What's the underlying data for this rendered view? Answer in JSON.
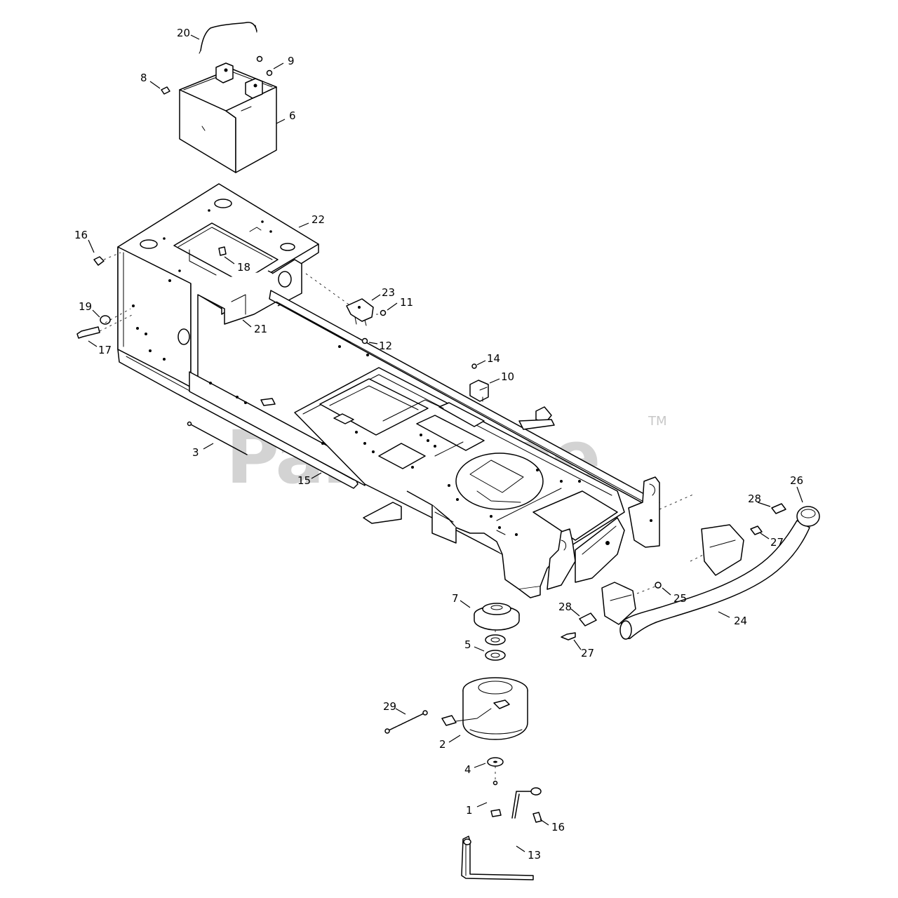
{
  "diagram": {
    "watermark": {
      "text": "PartsTree",
      "trademark": "TM"
    },
    "callouts": [
      {
        "id": "c20",
        "label": "20"
      },
      {
        "id": "c8",
        "label": "8"
      },
      {
        "id": "c9",
        "label": "9"
      },
      {
        "id": "c6",
        "label": "6"
      },
      {
        "id": "c22",
        "label": "22"
      },
      {
        "id": "c16a",
        "label": "16"
      },
      {
        "id": "c18",
        "label": "18"
      },
      {
        "id": "c23",
        "label": "23"
      },
      {
        "id": "c11",
        "label": "11"
      },
      {
        "id": "c19",
        "label": "19"
      },
      {
        "id": "c21",
        "label": "21"
      },
      {
        "id": "c12",
        "label": "12"
      },
      {
        "id": "c17",
        "label": "17"
      },
      {
        "id": "c14",
        "label": "14"
      },
      {
        "id": "c10",
        "label": "10"
      },
      {
        "id": "c3",
        "label": "3"
      },
      {
        "id": "c15",
        "label": "15"
      },
      {
        "id": "c26",
        "label": "26"
      },
      {
        "id": "c28a",
        "label": "28"
      },
      {
        "id": "c27a",
        "label": "27"
      },
      {
        "id": "c7",
        "label": "7"
      },
      {
        "id": "c25",
        "label": "25"
      },
      {
        "id": "c28b",
        "label": "28"
      },
      {
        "id": "c24",
        "label": "24"
      },
      {
        "id": "c5",
        "label": "5"
      },
      {
        "id": "c27b",
        "label": "27"
      },
      {
        "id": "c29",
        "label": "29"
      },
      {
        "id": "c2",
        "label": "2"
      },
      {
        "id": "c4",
        "label": "4"
      },
      {
        "id": "c1",
        "label": "1"
      },
      {
        "id": "c16b",
        "label": "16"
      },
      {
        "id": "c13",
        "label": "13"
      }
    ]
  }
}
